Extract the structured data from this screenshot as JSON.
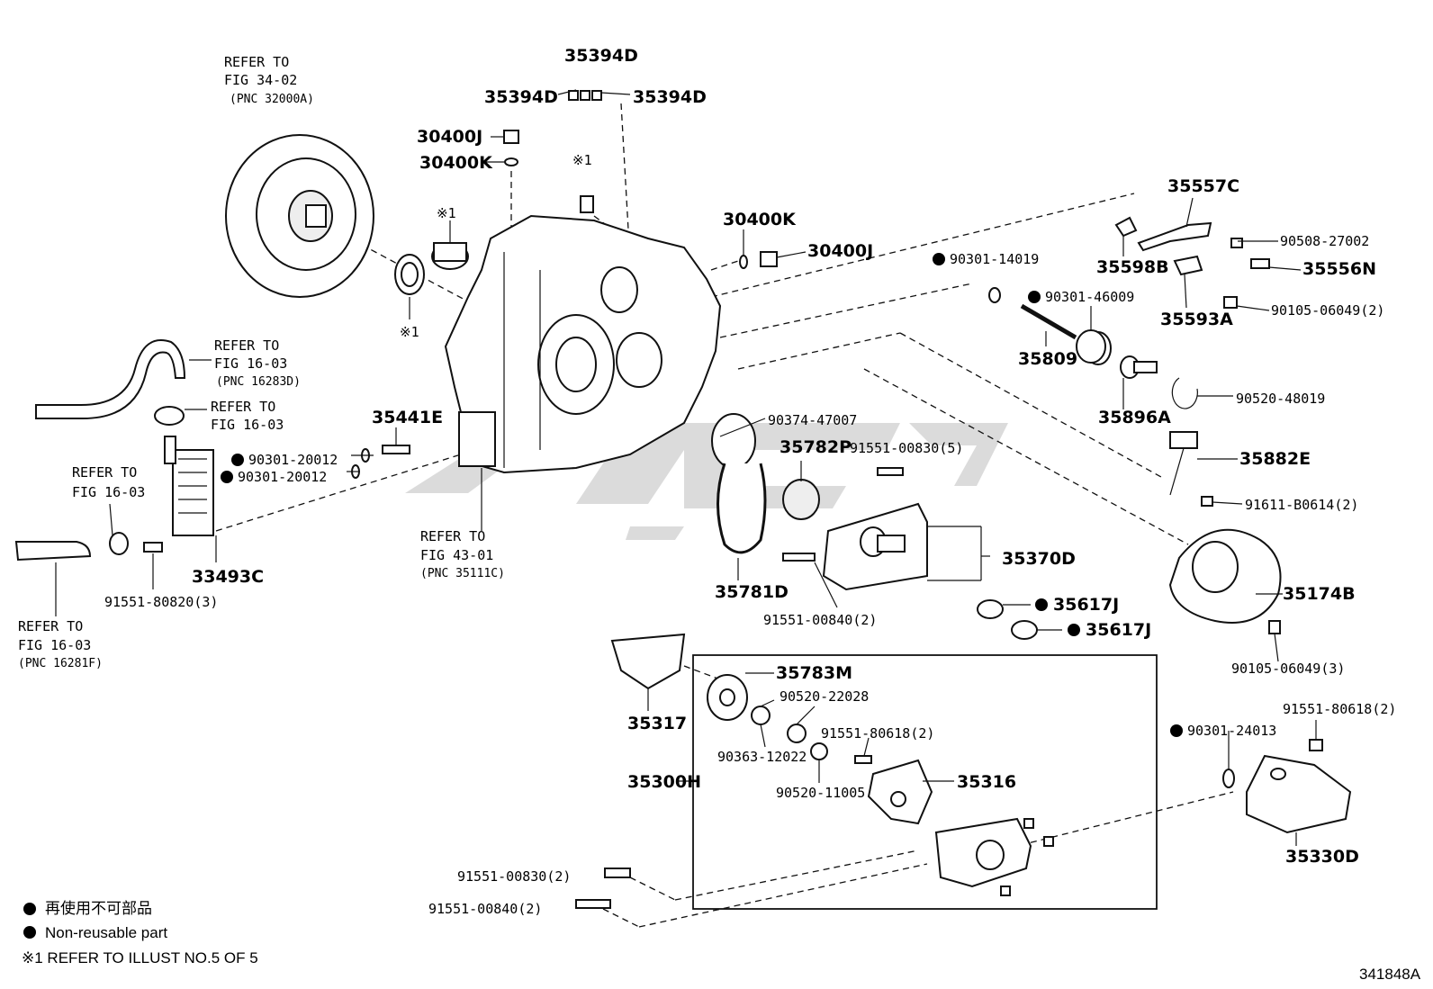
{
  "refers": {
    "converter": {
      "line1": "REFER TO",
      "line2": "FIG 34-02",
      "line3": "(PNC 32000A)"
    },
    "hose_upper": {
      "line1": "REFER TO",
      "line2": "FIG 16-03",
      "line3": "(PNC 16283D)"
    },
    "clip_upper": {
      "line1": "REFER TO",
      "line2": "FIG 16-03"
    },
    "clip_lower": {
      "line1": "REFER TO",
      "line2": "FIG 16-03"
    },
    "hose_lower": {
      "line1": "REFER TO",
      "line2": "FIG 16-03",
      "line3": "(PNC 16281F)"
    },
    "case": {
      "line1": "REFER TO",
      "line2": "FIG 43-01",
      "line3": "(PNC 35111C)"
    }
  },
  "parts": {
    "p35394D_top": "35394D",
    "p35394D_left": "35394D",
    "p35394D_right": "35394D",
    "p30400J_a": "30400J",
    "p30400K_a": "30400K",
    "p30400K_b": "30400K",
    "p30400J_b": "30400J",
    "note_mark_a": "※1",
    "note_mark_b": "※1",
    "note_mark_c": "※1",
    "p35557C": "35557C",
    "p90508": "90508-27002",
    "p35598B": "35598B",
    "p35556N": "35556N",
    "p90301_14019": "90301-14019",
    "p90301_46009": "90301-46009",
    "p35593A": "35593A",
    "p90105_a": "90105-06049(2)",
    "p35809": "35809",
    "p35896A": "35896A",
    "p90520_48019": "90520-48019",
    "p35441E": "35441E",
    "p90301_20012_a": "90301-20012",
    "p90301_20012_b": "90301-20012",
    "p90374": "90374-47007",
    "p35782P": "35782P",
    "p91551_00830_5": "91551-00830(5)",
    "p35882E": "35882E",
    "p91611": "91611-B0614(2)",
    "p33493C": "33493C",
    "p91551_80820": "91551-80820(3)",
    "p35370D": "35370D",
    "p35781D": "35781D",
    "p91551_00840_a": "91551-00840(2)",
    "p35174B": "35174B",
    "p35617J_a": "35617J",
    "p35617J_b": "35617J",
    "p90105_b": "90105-06049(3)",
    "p35783M": "35783M",
    "p90520_22028": "90520-22028",
    "p35317": "35317",
    "p91551_80618_a": "91551-80618(2)",
    "p90363": "90363-12022",
    "p35300H": "35300H",
    "p90520_11005": "90520-11005",
    "p35316": "35316",
    "p91551_80618_b": "91551-80618(2)",
    "p90301_24013": "90301-24013",
    "p35330D": "35330D",
    "p91551_00830_2": "91551-00830(2)",
    "p91551_00840_b": "91551-00840(2)"
  },
  "legend": {
    "jp": "再使用不可部品",
    "en": "Non-reusable part",
    "note": "※1  REFER TO ILLUST NO.5 OF 5"
  },
  "figure_id": "341848A"
}
